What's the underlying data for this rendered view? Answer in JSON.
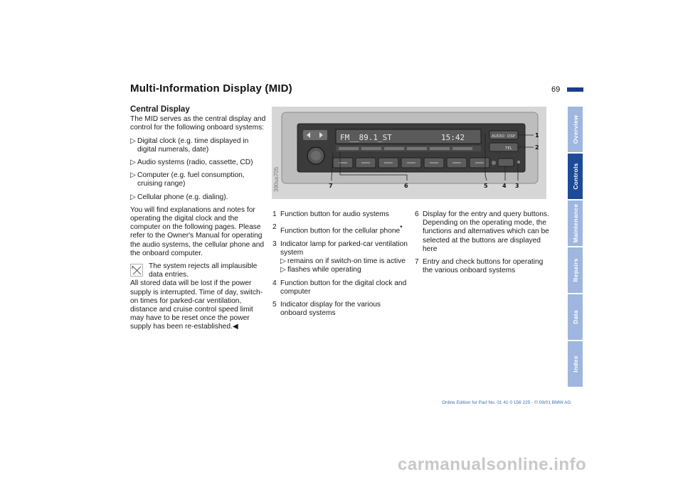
{
  "page": {
    "title": "Multi-Information Display (MID)",
    "number": "69",
    "footer": "Online Edition for Part No. 01 41 0 156 225 - © 09/01 BMW AG",
    "watermark": "carmanualsonline.info"
  },
  "tabs": [
    {
      "label": "Overview",
      "active": false
    },
    {
      "label": "Controls",
      "active": true
    },
    {
      "label": "Maintenance",
      "active": false
    },
    {
      "label": "Repairs",
      "active": false
    },
    {
      "label": "Data",
      "active": false
    },
    {
      "label": "Index",
      "active": false
    }
  ],
  "section": {
    "heading": "Central Display",
    "intro": "The MID serves as the central display and control for the following onboard systems:",
    "bullets": [
      "Digital clock (e.g. time displayed in digital numerals, date)",
      "Audio systems (radio, cassette, CD)",
      "Computer (e.g. fuel consumption, cruising range)",
      "Cellular phone (e.g. dialing)."
    ],
    "para": "You will find explanations and notes for operating the digital clock and the computer on the following pages. Please refer to the Owner's Manual for operating the audio systems, the cellular phone and the onboard computer.",
    "note_lead": "The system rejects all implausible data entries.",
    "note_body": "All stored data will be lost if the power supply is interrupted. Time of day, switch-on times for parked-car ventilation, distance and cruise control speed limit may have to be reset once the power supply has been re-established."
  },
  "bullet_glyph": "▷",
  "end_mark": "◀",
  "figure": {
    "code": "390us705",
    "display_text": "FM__89.1_ST",
    "display_time": "15:42",
    "btn_audio": "AUDIO",
    "btn_dsp": "DSP",
    "btn_tel": "TEL",
    "callouts": [
      "1",
      "2",
      "7",
      "6",
      "5",
      "4",
      "3"
    ]
  },
  "legend_col2": [
    {
      "num": "1",
      "text": "Function button for audio systems"
    },
    {
      "num": "2",
      "text": "Function button for the cellular phone",
      "star": "*"
    },
    {
      "num": "3",
      "text": "Indicator lamp for parked-car ventilation system",
      "sub": [
        "remains on if switch-on time is active",
        "flashes while operating"
      ]
    },
    {
      "num": "4",
      "text": "Function button for the digital clock and computer"
    },
    {
      "num": "5",
      "text": "Indicator display for the various onboard systems"
    }
  ],
  "legend_col3": [
    {
      "num": "6",
      "text": "Display for the entry and query buttons. Depending on the operating mode, the functions and alternatives which can be selected at the buttons are displayed here"
    },
    {
      "num": "7",
      "text": "Entry and check buttons for operating the various onboard systems"
    }
  ]
}
